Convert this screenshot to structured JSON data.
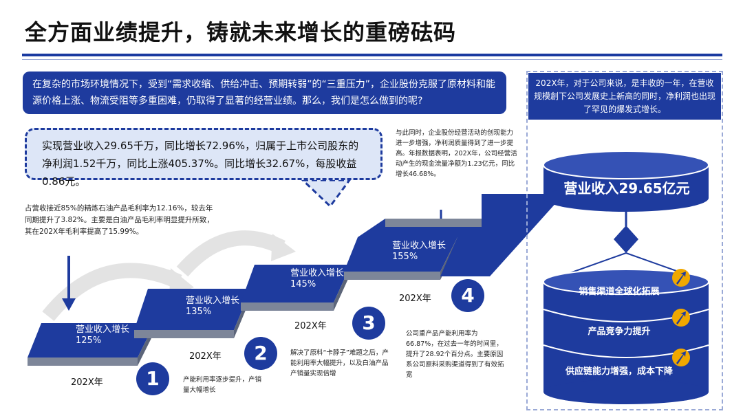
{
  "title": "全方面业绩提升，铸就未来增长的重磅砝码",
  "intro": "在复杂的市场环境情况下，受到“需求收缩、供给冲击、预期转弱”的“三重压力”，企业股份克服了原材料和能源价格上涨、物流受阻等多重困难，仍取得了显著的经营业绩。那么，我们是怎么做到的呢?",
  "callout": "实现营业收入29.65千万，同比增长72.96%，归属于上市公司股东的净利润1.52千万，同比上涨405.37%。同比增长32.67%，每股收益0.86元。",
  "notes": {
    "top_right": "与此同时，企业股份经营活动的创现能力进一步增强，净利润质量得到了进一步提高。年报数据表明，202X年，公司经营活动产生的现金流量净额为1.23亿元，同比增长46.68%。",
    "left": "占营收接近85%的精炼石油产品毛利率为12.16%，较去年同期提升了3.82%。主要是白油产品毛利率明显提升所致，其在202X年毛利率提高了15.99%。",
    "step2": "产能利用率逐步提升，产销量大幅增长",
    "step3": "解决了原料“卡脖子”难题之后，产能利用率大幅提升，以及白油产品产销量实现倍增",
    "step4": "公司重产品产能利用率为66.87%，在过去一年的时间里，提升了28.92个百分点。主要原因系公司原料采购渠道得到了有效拓宽"
  },
  "steps": [
    {
      "label": "营业收入增长",
      "pct": "125%",
      "year": "202X年",
      "num": "1"
    },
    {
      "label": "营业收入增长",
      "pct": "135%",
      "year": "202X年",
      "num": "2"
    },
    {
      "label": "营业收入增长",
      "pct": "145%",
      "year": "202X年",
      "num": "3"
    },
    {
      "label": "营业收入增长",
      "pct": "155%",
      "year": "202X年",
      "num": "4"
    }
  ],
  "panel": {
    "head": "202X年，对于公司来说，是丰收的一年，在营收规模創下公司发展史上新高的同时，净利润也出现了罕见的爆发式增长。",
    "revenue": "营业收入29.65亿元",
    "tiers": [
      "销售渠道全球化拓展",
      "产品竞争力提升",
      "供应链能力增强，成本下降"
    ]
  },
  "colors": {
    "primary": "#1e3b9e",
    "light": "#dde6f7",
    "accent": "#f0a800"
  }
}
